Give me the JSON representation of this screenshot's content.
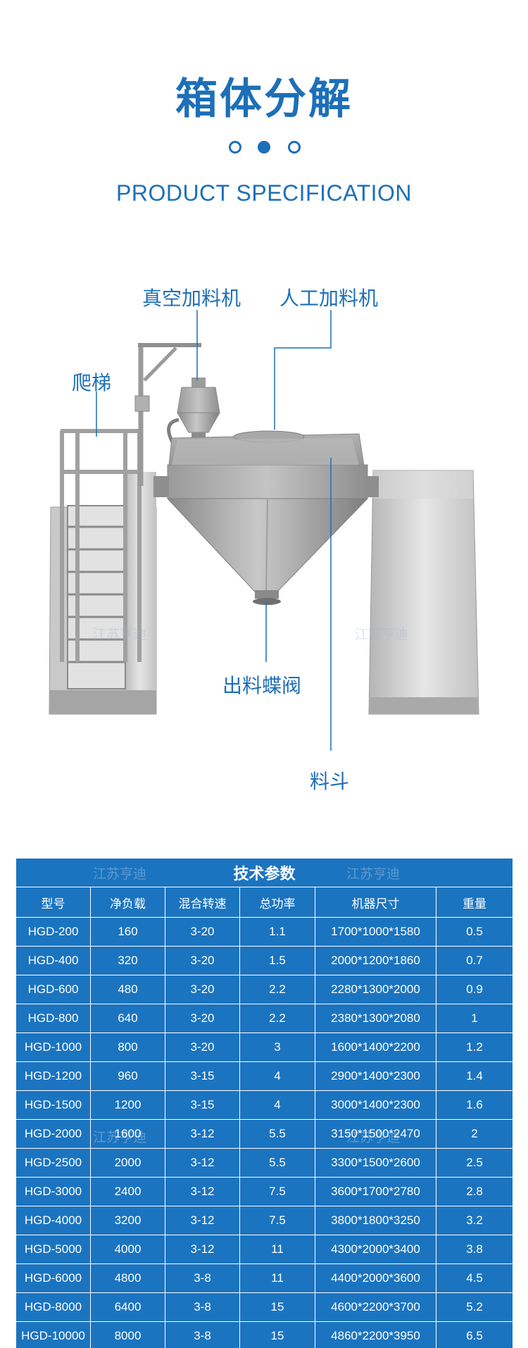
{
  "header": {
    "title": "箱体分解",
    "subtitle": "PRODUCT SPECIFICATION"
  },
  "colors": {
    "accent": "#1d6fb8",
    "table_bg": "#1b74c0",
    "text_light": "#ffffff"
  },
  "diagram": {
    "labels": {
      "vacuum_feeder": "真空加料机",
      "manual_feeder": "人工加料机",
      "ladder": "爬梯",
      "discharge_valve": "出料蝶阀",
      "hopper": "料斗"
    },
    "watermark": "江苏亨迪"
  },
  "spec_table": {
    "caption": "技术参数",
    "columns": [
      "型号",
      "净负载",
      "混合转速",
      "总功率",
      "机器尺寸",
      "重量"
    ],
    "rows": [
      [
        "HGD-200",
        "160",
        "3-20",
        "1.1",
        "1700*1000*1580",
        "0.5"
      ],
      [
        "HGD-400",
        "320",
        "3-20",
        "1.5",
        "2000*1200*1860",
        "0.7"
      ],
      [
        "HGD-600",
        "480",
        "3-20",
        "2.2",
        "2280*1300*2000",
        "0.9"
      ],
      [
        "HGD-800",
        "640",
        "3-20",
        "2.2",
        "2380*1300*2080",
        "1"
      ],
      [
        "HGD-1000",
        "800",
        "3-20",
        "3",
        "1600*1400*2200",
        "1.2"
      ],
      [
        "HGD-1200",
        "960",
        "3-15",
        "4",
        "2900*1400*2300",
        "1.4"
      ],
      [
        "HGD-1500",
        "1200",
        "3-15",
        "4",
        "3000*1400*2300",
        "1.6"
      ],
      [
        "HGD-2000",
        "1600",
        "3-12",
        "5.5",
        "3150*1500*2470",
        "2"
      ],
      [
        "HGD-2500",
        "2000",
        "3-12",
        "5.5",
        "3300*1500*2600",
        "2.5"
      ],
      [
        "HGD-3000",
        "2400",
        "3-12",
        "7.5",
        "3600*1700*2780",
        "2.8"
      ],
      [
        "HGD-4000",
        "3200",
        "3-12",
        "7.5",
        "3800*1800*3250",
        "3.2"
      ],
      [
        "HGD-5000",
        "4000",
        "3-12",
        "11",
        "4300*2000*3400",
        "3.8"
      ],
      [
        "HGD-6000",
        "4800",
        "3-8",
        "11",
        "4400*2000*3600",
        "4.5"
      ],
      [
        "HGD-8000",
        "6400",
        "3-8",
        "15",
        "4600*2200*3700",
        "5.2"
      ],
      [
        "HGD-10000",
        "8000",
        "3-8",
        "15",
        "4860*2200*3950",
        "6.5"
      ]
    ]
  }
}
